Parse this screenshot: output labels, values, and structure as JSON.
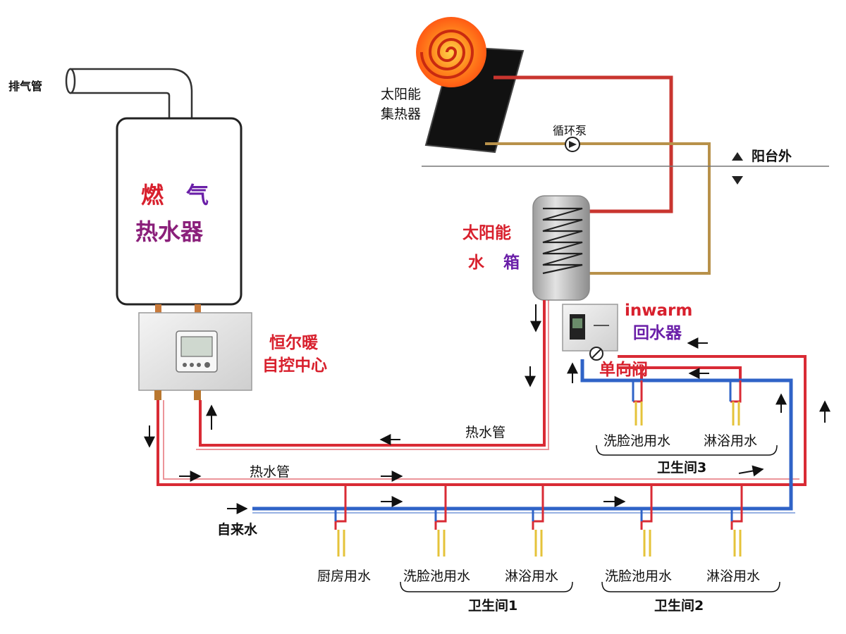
{
  "colors": {
    "hot_pipe": "#d92b35",
    "cold_pipe": "#2f63c7",
    "solar_return": "#b8914a",
    "solar_loop": "#c9352f",
    "heater_body": "#ffffff",
    "tank_body": "#b5b5b5",
    "label_red": "#d8202d",
    "label_purple": "#6a1fa8",
    "label_blue": "#2a3fb8"
  },
  "labels": {
    "exhaust_pipe": "排气管",
    "heater_line1_a": "燃",
    "heater_line1_b": "气",
    "heater_line2": "热水器",
    "control_center_line1": "恒尔暖",
    "control_center_line2": "自控中心",
    "solar_collector_line1": "太阳能",
    "solar_collector_line2": "集热器",
    "circulation_pump": "循环泵",
    "balcony_outside": "阳台外",
    "solar_tank_line1": "太阳能",
    "solar_tank_line2_a": "水",
    "solar_tank_line2_b": "箱",
    "inwarm": "inwarm",
    "return_device": "回水器",
    "check_valve": "单向阀",
    "hot_water_pipe_upper": "热水管",
    "hot_water_pipe_lower": "热水管",
    "tap_water": "自来水",
    "kitchen": "厨房用水",
    "washbasin_1": "洗脸池用水",
    "shower_1": "淋浴用水",
    "washbasin_2": "洗脸池用水",
    "shower_2": "淋浴用水",
    "washbasin_3": "洗脸池用水",
    "shower_3": "淋浴用水",
    "bathroom_1": "卫生间1",
    "bathroom_2": "卫生间2",
    "bathroom_3": "卫生间3"
  },
  "icons": {
    "exhaust": "exhaust-pipe-icon",
    "pump": "circulation-pump-icon",
    "valve": "check-valve-icon",
    "up_arrow": "triangle-up-icon",
    "down_arrow": "triangle-down-icon"
  }
}
